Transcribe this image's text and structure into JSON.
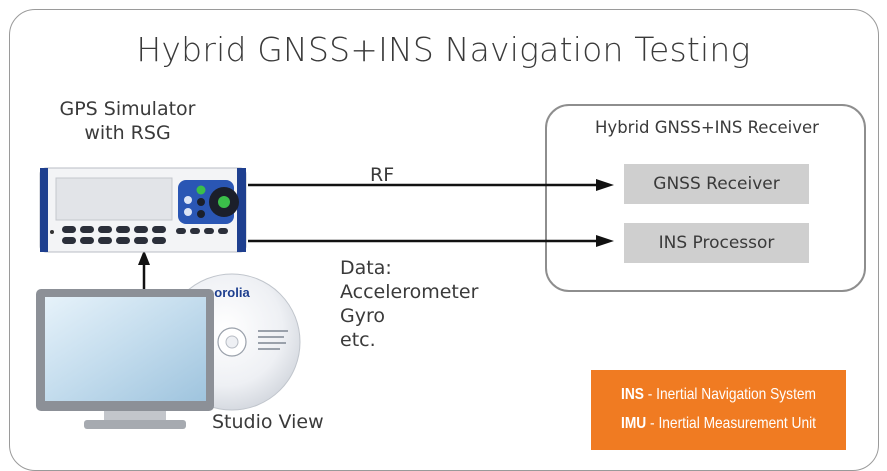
{
  "title": "Hybrid GNSS+INS Navigation Testing",
  "simulator": {
    "label_line1": "GPS Simulator",
    "label_line2": "with RSG"
  },
  "receiver": {
    "title": "Hybrid GNSS+INS Receiver",
    "gnss": "GNSS Receiver",
    "ins": "INS Processor"
  },
  "links": {
    "rf": "RF",
    "data_lines": [
      "Data:",
      "Accelerometer",
      "Gyro",
      "etc."
    ]
  },
  "software": {
    "label": "Studio View",
    "disc_brand": "orolia"
  },
  "legend": {
    "rows": [
      {
        "abbr": "INS",
        "text": " - Inertial Navigation System"
      },
      {
        "abbr": "IMU",
        "text": " - Inertial Measurement Unit"
      }
    ]
  },
  "colors": {
    "accent": "#f07b22",
    "box_gray": "#cfcfcf",
    "device_blue": "#1e3f8f"
  }
}
